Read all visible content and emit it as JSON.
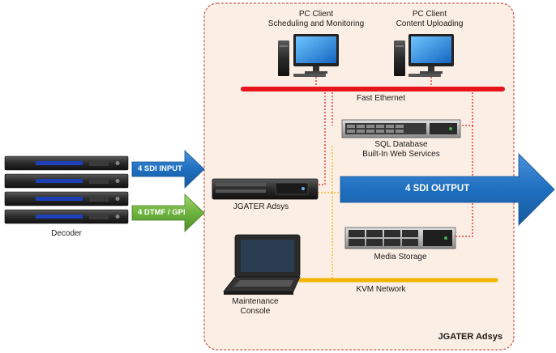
{
  "diagram": {
    "system_title": "JGATER Adsys",
    "clients": [
      {
        "line1": "PC Client",
        "line2": "Scheduling and Monitoring"
      },
      {
        "line1": "PC Client",
        "line2": "Content Uploading"
      }
    ],
    "networks": {
      "ethernet": "Fast Ethernet",
      "kvm": "KVM Network"
    },
    "sql": {
      "line1": "SQL Database",
      "line2": "Built-In Web Services"
    },
    "server": "JGATER Adsys",
    "media_storage": "Media Storage",
    "maintenance": {
      "line1": "Maintenance",
      "line2": "Console"
    },
    "decoder": "Decoder",
    "inputs": {
      "sdi_in": "4 SDI INPUT",
      "dtmf": "4 DTMF / GPI"
    },
    "output": "4 SDI OUTPUT",
    "colors": {
      "ethernet": "#e8141b",
      "kvm": "#f0b400",
      "sdi_arrow": "#1f6fc0",
      "gpi_arrow": "#6db33f",
      "enclosure_fill": "#fbeee4",
      "enclosure_border": "#c0392b"
    }
  }
}
